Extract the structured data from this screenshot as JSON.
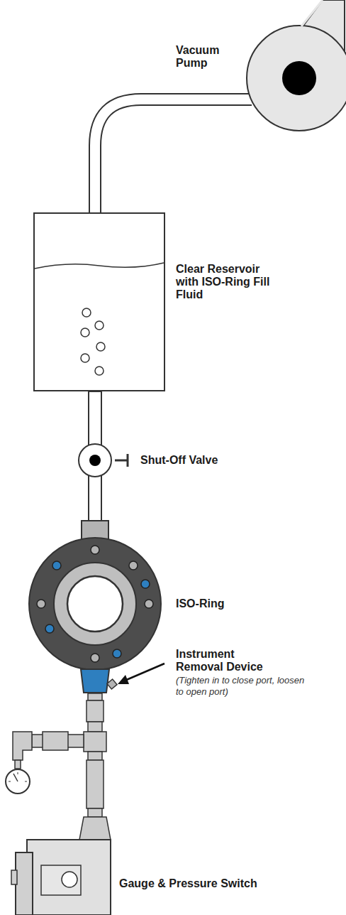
{
  "diagram": {
    "labels": [
      "Vacuum Pump",
      "Clear Reservoir with ISO-Ring Fill Fluid",
      "Shut-Off Valve",
      "ISO-Ring",
      "Instrument Removal Device",
      "(Tighten in to close port, loosen to open port)",
      "Gauge & Pressure Switch"
    ]
  }
}
